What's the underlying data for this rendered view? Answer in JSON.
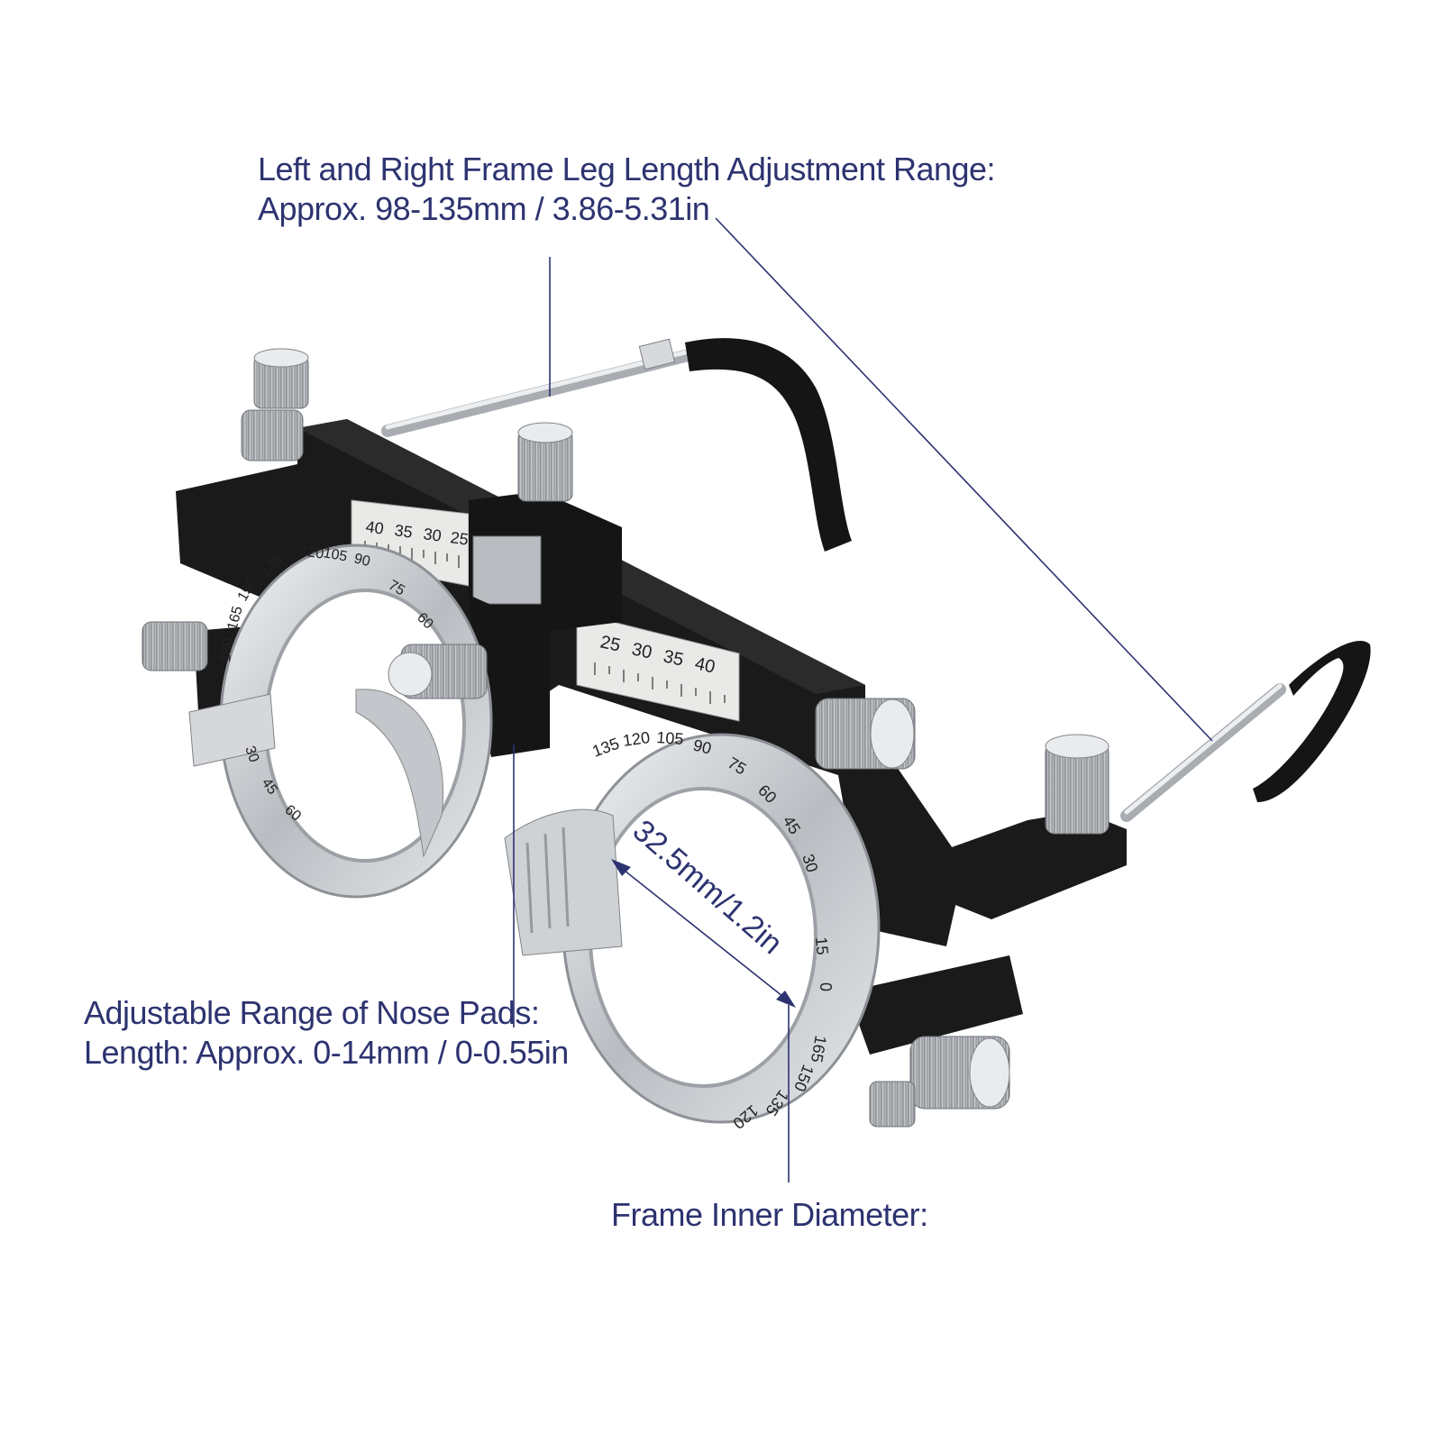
{
  "colors": {
    "text": "#2d3370",
    "leader": "#2d3370",
    "frame_black": "#1a1a1a",
    "steel": "#c9ccd0",
    "steel_dark": "#8d9196",
    "scale_plate": "#e8e8e6"
  },
  "annotations": {
    "temple_length": {
      "line1": "Left and Right Frame Leg Length Adjustment Range:",
      "line2": "Approx. 98-135mm / 3.86-5.31in"
    },
    "nose_pads": {
      "line1": "Adjustable Range of Nose Pads:",
      "line2": "Length: Approx. 0-14mm / 0-0.55in"
    },
    "frame_diameter": {
      "line1": "Frame Inner Diameter:",
      "dimension": "32.5mm/1.2in"
    }
  },
  "scales": {
    "pd_left": [
      "40",
      "35",
      "30",
      "25"
    ],
    "pd_right": [
      "25",
      "30",
      "35",
      "40"
    ],
    "axis_left": [
      "120",
      "105",
      "90",
      "75",
      "60",
      "135",
      "150",
      "165",
      "180",
      "30",
      "45",
      "60"
    ],
    "axis_right": [
      "135",
      "120",
      "105",
      "90",
      "75",
      "60",
      "45",
      "30",
      "15",
      "0",
      "165",
      "150",
      "135",
      "120"
    ]
  }
}
